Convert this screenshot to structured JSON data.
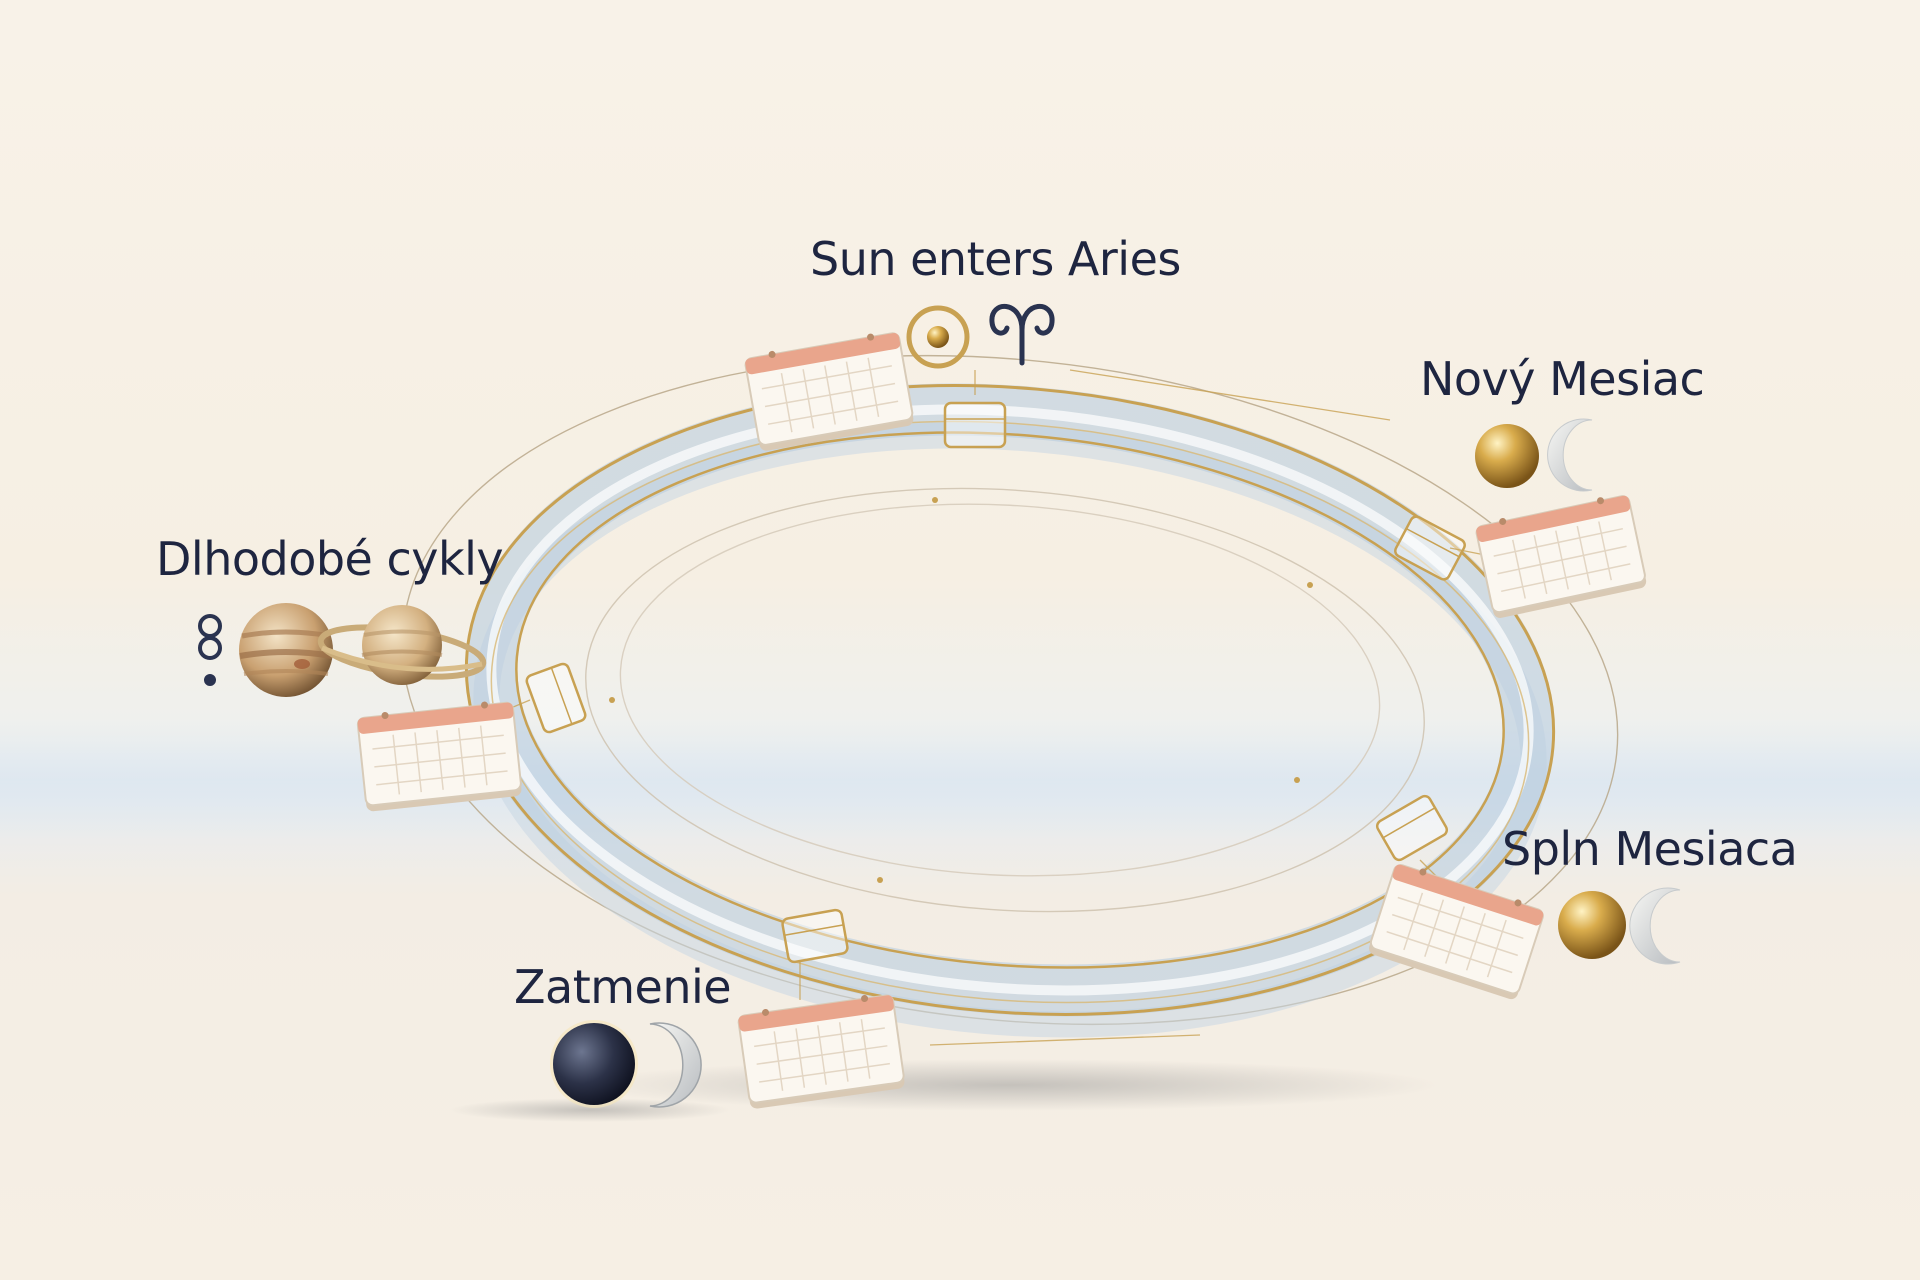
{
  "labels": {
    "sun_enters_aries": "Sun enters Aries",
    "new_moon": "Nový Mesiac",
    "long_cycles": "Dlhodobé cykly",
    "full_moon": "Spln Mesiaca",
    "eclipse": "Zatmenie"
  },
  "icons": {
    "sun": "sun-symbol-icon",
    "aries": "aries-symbol-icon",
    "node": "lunar-node-icon",
    "jupiter": "jupiter-planet-icon",
    "saturn": "saturn-planet-icon",
    "gold_sphere": "gold-sphere-icon",
    "crescent": "crescent-moon-icon",
    "dark_sphere": "dark-moon-icon",
    "calendar": "calendar-card-icon"
  },
  "colors": {
    "text": "#1e2540",
    "gold": "#c8a152",
    "ring_glass": "#b9cde0",
    "calendar_band": "#e9a58c",
    "background": "#f7f1e7"
  }
}
